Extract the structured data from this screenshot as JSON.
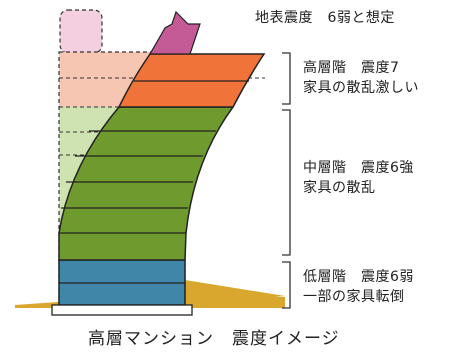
{
  "ground_label": "地表震度　6弱と想定",
  "high_floors": {
    "line1": "高層階　震度7",
    "line2": "家具の散乱激しい"
  },
  "middle_floors": {
    "line1": "中層階　震度6強",
    "line2": "家具の散乱"
  },
  "low_floors": {
    "line1": "低層階　震度6弱",
    "line2": "一部の家具転倒"
  },
  "caption": "高層マンション　震度イメージ",
  "colors": {
    "high": "#f0743a",
    "middle": "#6f9b2e",
    "low": "#3f86a8",
    "roof": "#c45a96",
    "ground": "#d9a62e",
    "ghost_high": "#f7c6b3",
    "ghost_mid": "#cfe3b2",
    "ghost_low": "#bfdbe7",
    "ghost_roof": "#f4cfe0"
  }
}
